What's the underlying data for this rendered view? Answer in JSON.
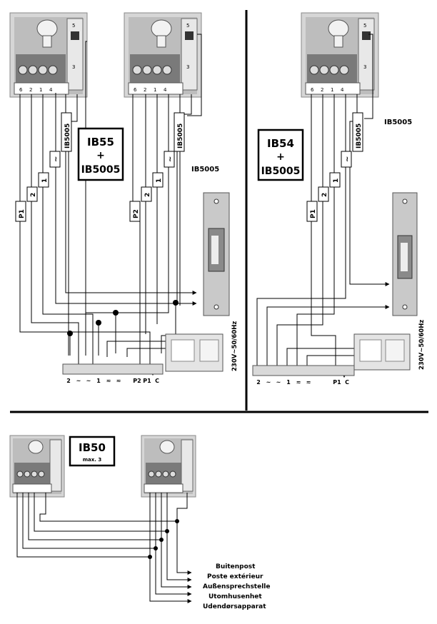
{
  "panel_a": {
    "title_line1": "IB55",
    "title_line2": "+",
    "title_line3": "IB5005",
    "module_label": "IB5005",
    "wire_labels": [
      "P1",
      "2",
      "1",
      "~",
      "IB5005",
      "P2",
      "2",
      "1",
      "~",
      "IB5005"
    ],
    "unit_terminals": [
      "6",
      "2",
      "1",
      "4",
      "3",
      "5"
    ],
    "terminal_labels": [
      "2",
      "~",
      "~",
      "1",
      "≂",
      "≂",
      "P2",
      "P1",
      "C"
    ],
    "psu_label": "230V~50/60Hz"
  },
  "panel_b": {
    "title_line1": "IB54",
    "title_line2": "+",
    "title_line3": "IB5005",
    "module_label": "IB5005",
    "wire_labels": [
      "P1",
      "2",
      "1",
      "~",
      "IB5005"
    ],
    "unit_terminals": [
      "6",
      "2",
      "1",
      "4",
      "3",
      "5"
    ],
    "terminal_labels": [
      "2",
      "~",
      "~",
      "1",
      "≂",
      "≂",
      "P1",
      "C"
    ],
    "psu_label": "230V~50/60Hz"
  },
  "panel_c": {
    "title_line1": "IB50",
    "title_line2": "max. 3",
    "outdoor_labels": [
      "Buitenpost",
      "Poste extérieur",
      "Außensprechstelle",
      "Utomhusenhet",
      "Udendørsapparat"
    ]
  }
}
